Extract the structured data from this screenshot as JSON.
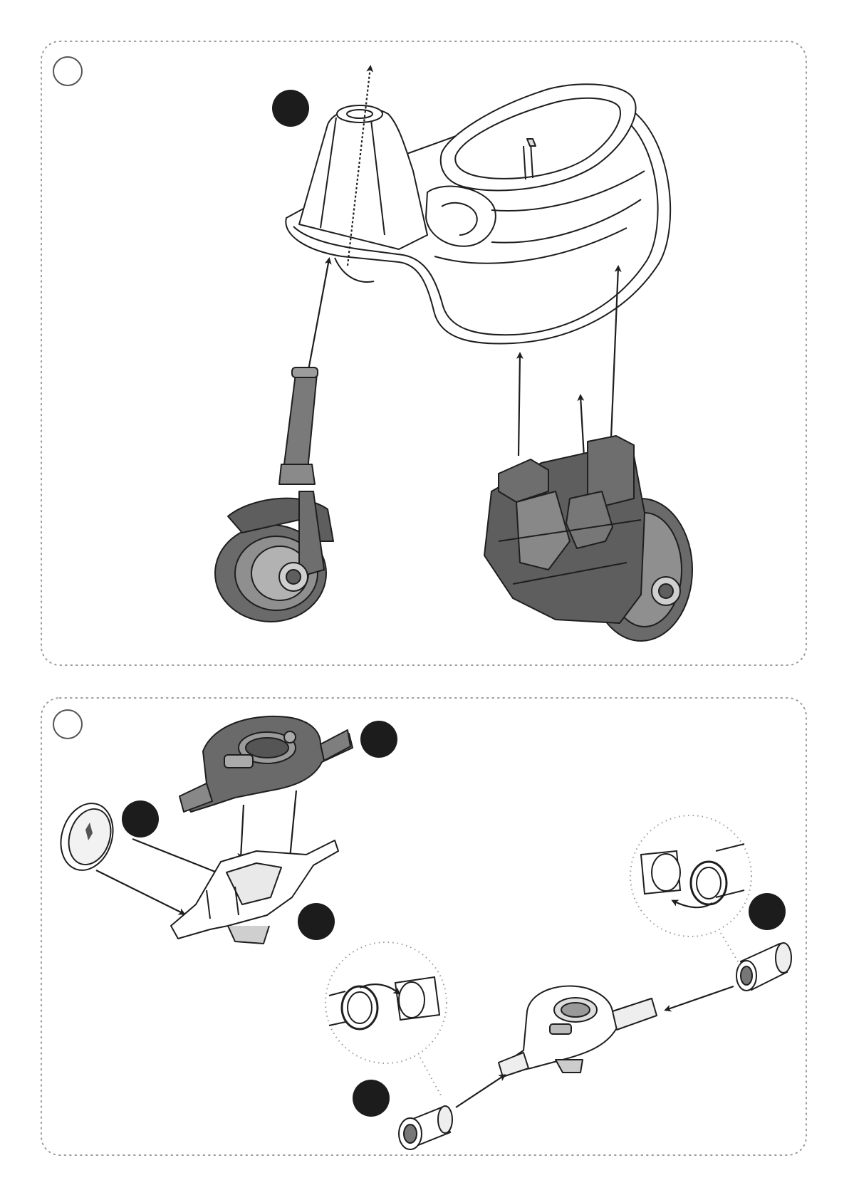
{
  "colors": {
    "outline": "#1e1e1e",
    "dotted_border": "#9a9a9a",
    "part_dark": "#5b5b5b",
    "part_mid": "#7a7a7a",
    "part_light": "#a9a9a9",
    "paper": "#ffffff",
    "marker_fill": "#1c1c1c"
  },
  "panels": [
    {
      "name": "panel-1-chassis-assembly",
      "step_circle": "empty-step-circle"
    },
    {
      "name": "panel-2-handlebar-assembly",
      "step_circle": "empty-step-circle"
    }
  ],
  "icons": [
    "black-dot-marker",
    "up-arrow",
    "diagonal-arrow",
    "magnifier-detail-circle",
    "curved-arrow"
  ]
}
